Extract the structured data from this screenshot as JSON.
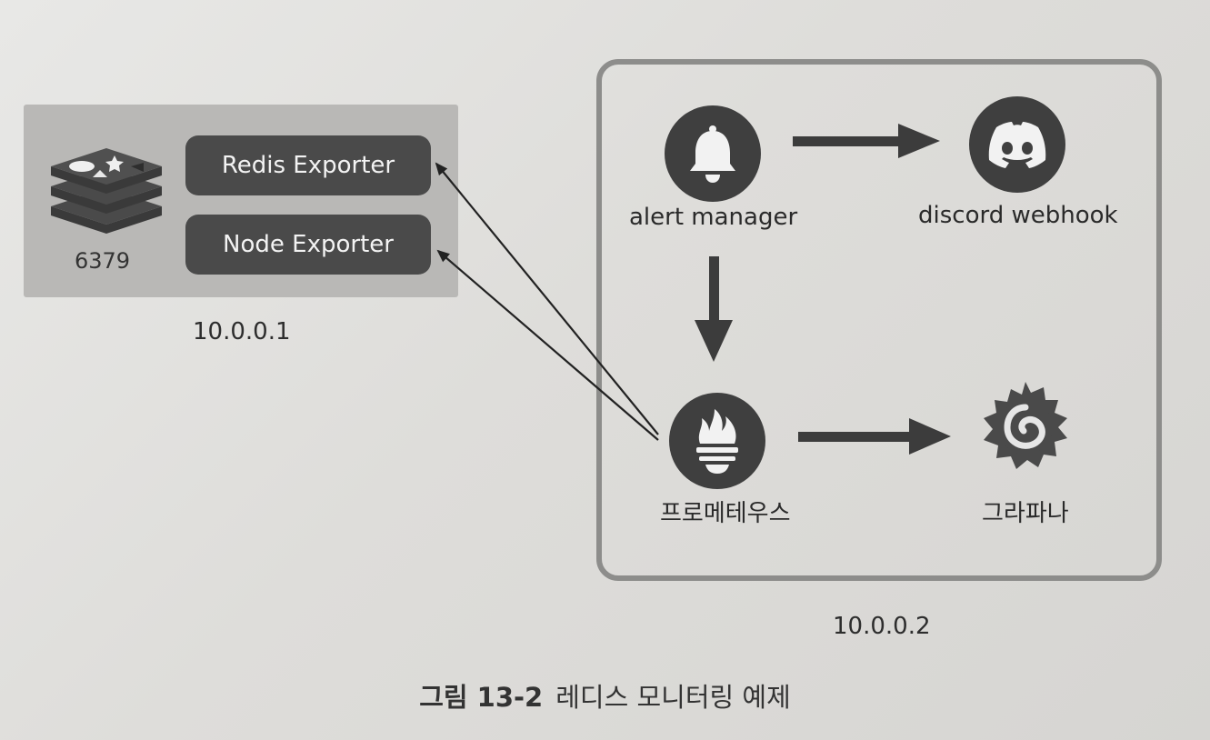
{
  "host1": {
    "redis_port": "6379",
    "redis_exporter": "Redis Exporter",
    "node_exporter": "Node Exporter",
    "ip": "10.0.0.1"
  },
  "host2": {
    "alert_manager": "alert manager",
    "discord_webhook": "discord webhook",
    "prometheus": "프로메테우스",
    "grafana": "그라파나",
    "ip": "10.0.0.2"
  },
  "caption": {
    "number": "그림 13-2",
    "text": "레디스 모니터링 예제"
  },
  "icons": {
    "redis": "redis-icon",
    "alert_manager": "bell-icon",
    "discord": "discord-icon",
    "prometheus": "prometheus-torch-icon",
    "grafana": "grafana-icon"
  }
}
